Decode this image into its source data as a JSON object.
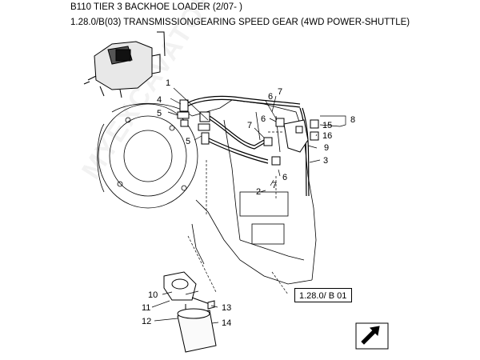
{
  "header": {
    "line1": "B110 TIER 3 BACKHOE LOADER (2/07- )",
    "line2": "1.28.0/B(03) TRANSMISSIONGEARING SPEED GEAR (4WD POWER-SHUTTLE)"
  },
  "reference_box": "1.28.0/ B 01",
  "watermark": "MYEXCAVATOR.RU",
  "callouts": {
    "c1": "1",
    "c2": "2",
    "c3": "3",
    "c4": "4",
    "c5a": "5",
    "c5b": "5",
    "c6a": "6",
    "c6b": "6",
    "c6c": "6",
    "c7a": "7",
    "c7b": "7",
    "c7c": "7",
    "c8": "8",
    "c9": "9",
    "c10": "10",
    "c11": "11",
    "c12": "12",
    "c13": "13",
    "c14": "14",
    "c15": "15",
    "c16": "16"
  },
  "icons": {
    "thumbnail": "transmission-thumbnail-icon",
    "nav": "next-page-arrow-icon"
  }
}
